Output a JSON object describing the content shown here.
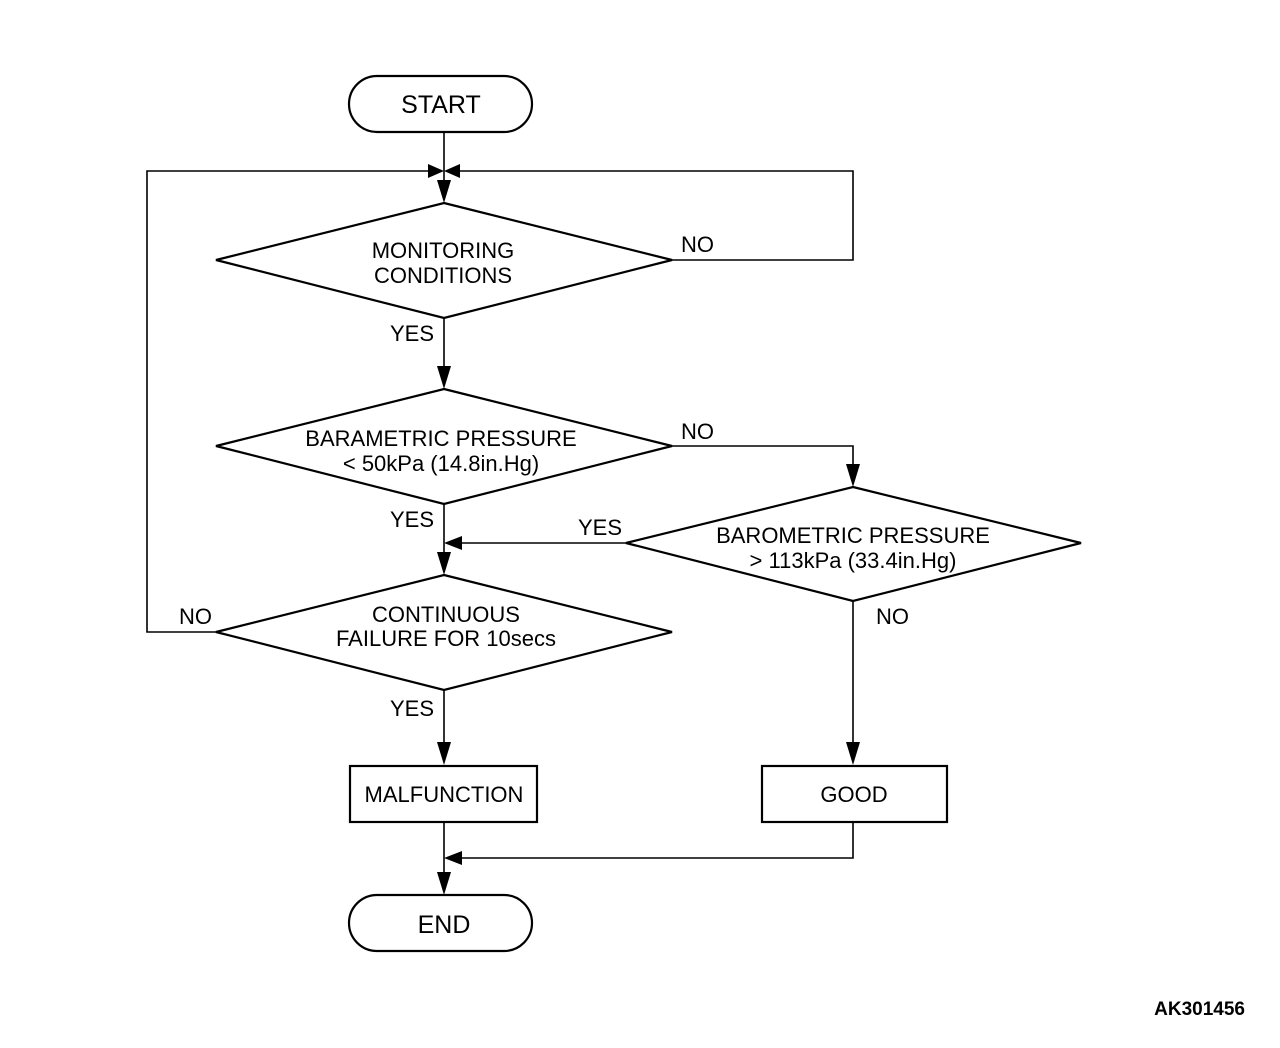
{
  "flowchart": {
    "start": "START",
    "end": "END",
    "decisions": {
      "monitoring": [
        "MONITORING",
        "CONDITIONS"
      ],
      "baro_low": [
        "BARAMETRIC PRESSURE",
        "< 50kPa (14.8in.Hg)"
      ],
      "baro_high": [
        "BAROMETRIC PRESSURE",
        "> 113kPa (33.4in.Hg)"
      ],
      "continuous": [
        "CONTINUOUS",
        "FAILURE FOR 10secs"
      ]
    },
    "results": {
      "malfunction": "MALFUNCTION",
      "good": "GOOD"
    },
    "edge_labels": {
      "yes": "YES",
      "no": "NO"
    }
  },
  "figure_id": "AK301456"
}
